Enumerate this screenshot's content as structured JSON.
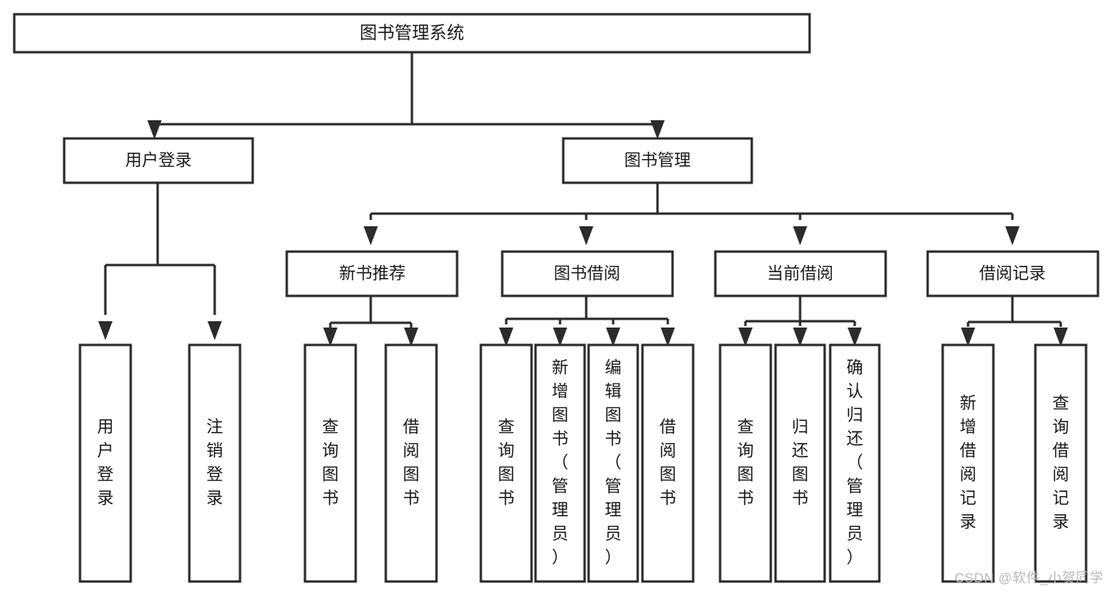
{
  "diagram": {
    "type": "tree-hierarchy-chart",
    "title": "图书管理系统",
    "watermark": "CSDN @软件_小贺同学",
    "colors": {
      "box_stroke": "#2b2b2b",
      "box_fill": "#ffffff",
      "text": "#1a1a1a",
      "background": "#ffffff",
      "watermark": "#b9b9b9"
    },
    "nodes": {
      "root": {
        "label": "图书管理系统"
      },
      "level2": [
        {
          "id": "user-login",
          "label": "用户登录"
        },
        {
          "id": "book-management",
          "label": "图书管理"
        }
      ],
      "level3": [
        {
          "id": "new-book-recommend",
          "label": "新书推荐"
        },
        {
          "id": "book-borrow",
          "label": "图书借阅"
        },
        {
          "id": "current-borrow",
          "label": "当前借阅"
        },
        {
          "id": "borrow-record",
          "label": "借阅记录"
        }
      ],
      "leaves": {
        "user-login": [
          {
            "id": "leaf-user-login",
            "label": "用户登录"
          },
          {
            "id": "leaf-logout-login",
            "label": "注销登录"
          }
        ],
        "new-book-recommend": [
          {
            "id": "leaf-query-book-1",
            "label": "查询图书"
          },
          {
            "id": "leaf-borrow-book-1",
            "label": "借阅图书"
          }
        ],
        "book-borrow": [
          {
            "id": "leaf-query-book-2",
            "label": "查询图书"
          },
          {
            "id": "leaf-add-book",
            "label": "新增图书（管理员）"
          },
          {
            "id": "leaf-edit-book",
            "label": "编辑图书（管理员）"
          },
          {
            "id": "leaf-borrow-book-2",
            "label": "借阅图书"
          }
        ],
        "current-borrow": [
          {
            "id": "leaf-query-book-3",
            "label": "查询图书"
          },
          {
            "id": "leaf-return-book",
            "label": "归还图书"
          },
          {
            "id": "leaf-confirm-return",
            "label": "确认归还（管理员）"
          }
        ],
        "borrow-record": [
          {
            "id": "leaf-add-record",
            "label": "新增借阅记录"
          },
          {
            "id": "leaf-query-record",
            "label": "查询借阅记录"
          }
        ]
      }
    }
  }
}
